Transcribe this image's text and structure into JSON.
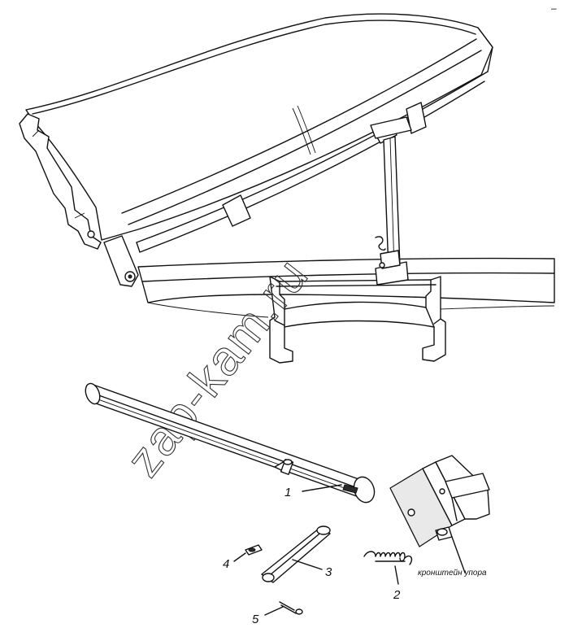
{
  "diagram": {
    "corner_mark": "–",
    "watermark": "zap-kam.ru",
    "callouts": [
      {
        "id": "1",
        "label": "1"
      },
      {
        "id": "2",
        "label": "2"
      },
      {
        "id": "3",
        "label": "3"
      },
      {
        "id": "4",
        "label": "4"
      },
      {
        "id": "5",
        "label": "5"
      }
    ],
    "caption_bracket": "кронштейн упора"
  }
}
